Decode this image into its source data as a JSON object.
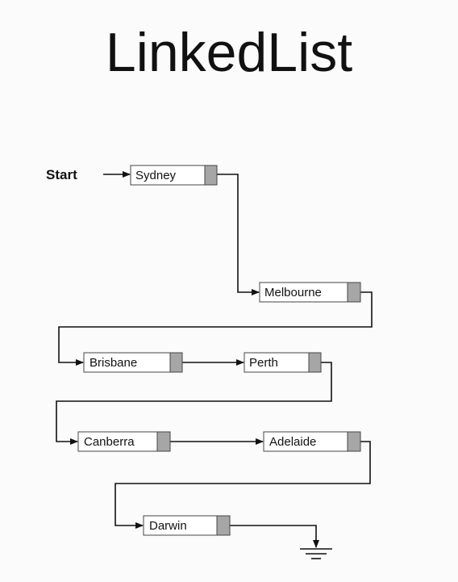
{
  "title": "LinkedList",
  "start_label": "Start",
  "nodes": [
    {
      "label": "Sydney"
    },
    {
      "label": "Melbourne"
    },
    {
      "label": "Brisbane"
    },
    {
      "label": "Perth"
    },
    {
      "label": "Canberra"
    },
    {
      "label": "Adelaide"
    },
    {
      "label": "Darwin"
    }
  ],
  "colors": {
    "pointer_cell": "#a6a6a6",
    "node_fill": "#ffffff",
    "line": "#111111"
  }
}
